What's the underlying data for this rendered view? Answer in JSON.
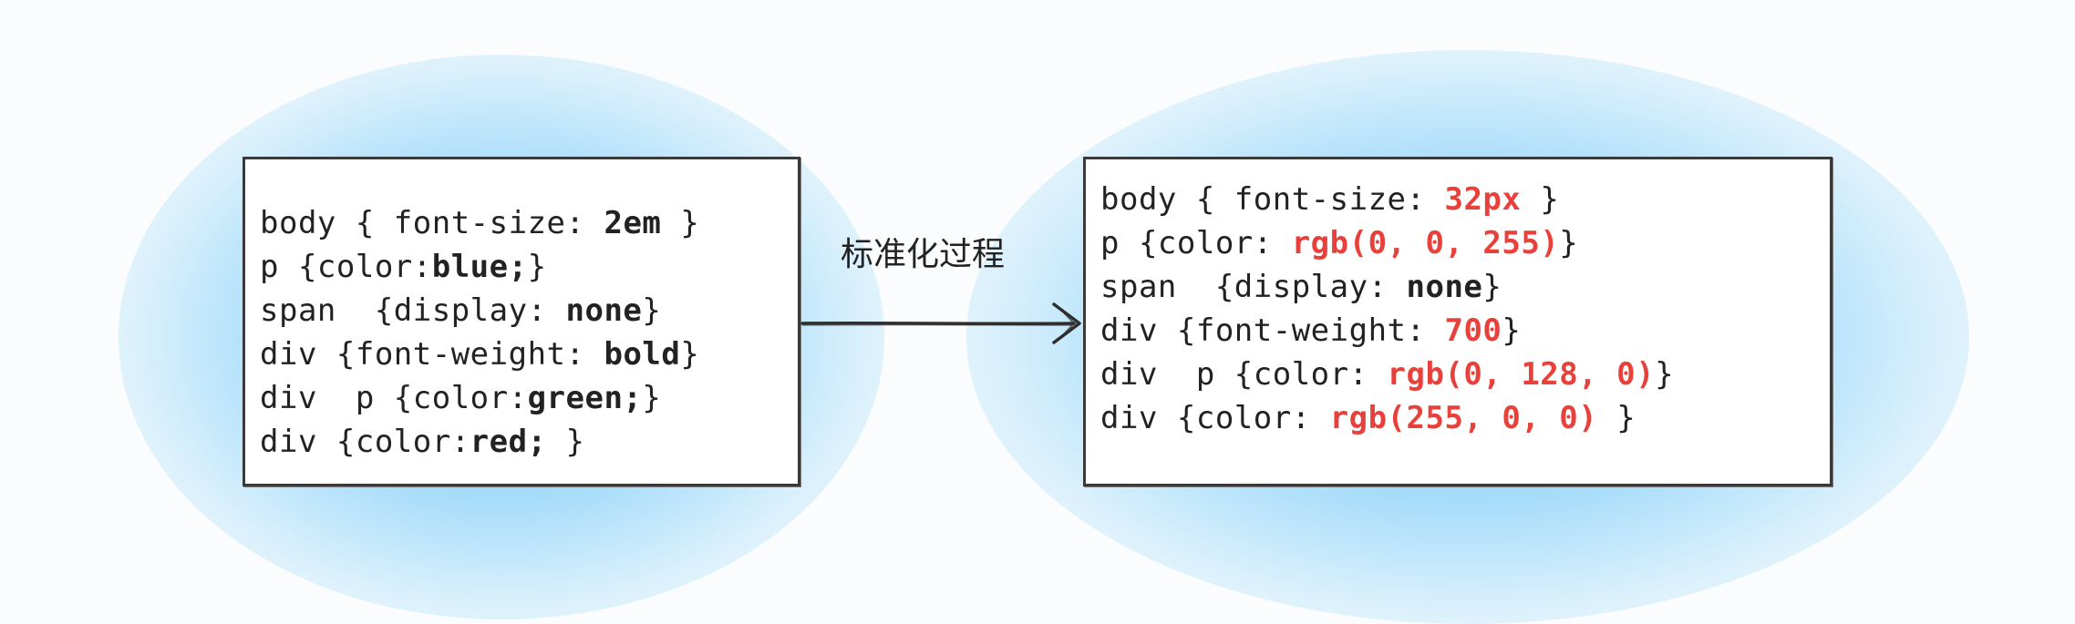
{
  "before": {
    "lines": [
      {
        "pre": "body { font-size: ",
        "val": "2em",
        "post": " }"
      },
      {
        "pre": "p {color:",
        "val": "blue;",
        "post": "}"
      },
      {
        "pre": "span  {display: ",
        "val": "none",
        "post": "}"
      },
      {
        "pre": "div {font-weight: ",
        "val": "bold",
        "post": "}"
      },
      {
        "pre": "div  p {color:",
        "val": "green;",
        "post": "}"
      },
      {
        "pre": "div {color:",
        "val": "red;",
        "post": " }"
      }
    ]
  },
  "process_label": "标准化过程",
  "after": {
    "lines": [
      {
        "pre": "body { font-size: ",
        "val": "32px",
        "post": " }",
        "style": "red"
      },
      {
        "pre": "p {color: ",
        "val": "rgb(0, 0, 255)",
        "post": "}",
        "style": "red"
      },
      {
        "pre": "span  {display: ",
        "val": "none",
        "post": "}",
        "style": "bold"
      },
      {
        "pre": "div {font-weight: ",
        "val": "700",
        "post": "}",
        "style": "red"
      },
      {
        "pre": "div  p {color: ",
        "val": "rgb(0, 128, 0)",
        "post": "}",
        "style": "red"
      },
      {
        "pre": "div {color: ",
        "val": "rgb(255, 0, 0)",
        "post": " }",
        "style": "red"
      }
    ]
  },
  "colors": {
    "highlight": "#e8403a",
    "glow": "#87d0f8",
    "border": "#3a3a3a"
  }
}
